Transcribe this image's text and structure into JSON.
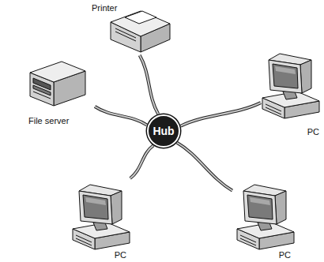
{
  "diagram": {
    "nodes": [
      {
        "text": [
          "Printer"
        ]
      },
      {
        "text": [
          "File server"
        ]
      },
      {
        "text": [
          "PC"
        ]
      },
      {
        "text": [
          "Hub"
        ]
      },
      {
        "text": [
          "PC"
        ]
      },
      {
        "text": [
          "PC"
        ]
      }
    ],
    "edges": [
      {
        "from": 3,
        "to": 0,
        "arrow": "none"
      },
      {
        "from": 3,
        "to": 1,
        "arrow": "none"
      },
      {
        "from": 3,
        "to": 2,
        "arrow": "none"
      },
      {
        "from": 3,
        "to": 4,
        "arrow": "none"
      },
      {
        "from": 3,
        "to": 5,
        "arrow": "none"
      }
    ]
  }
}
